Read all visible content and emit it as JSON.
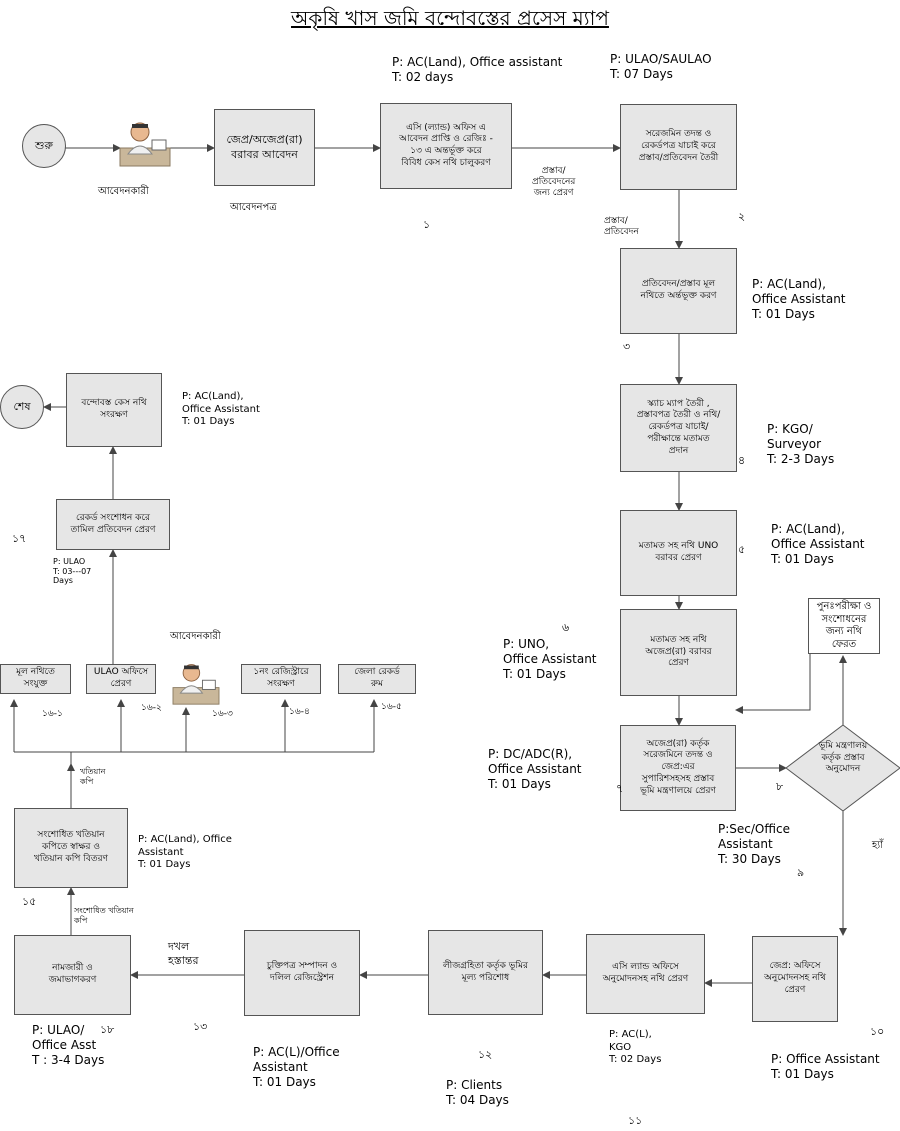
{
  "title": "অকৃষি খাস জমি বন্দোবস্তের প্রসেস ম্যাপ",
  "start": "শুরু",
  "end": "শেষ",
  "applicant_label": "আবেদনকারী",
  "application_form_label": "আবেদনপত্র",
  "boxes": {
    "b1": "জেপ্র/অজেপ্র(রা)\nবরাবর আবেদন",
    "b2": "এসি (ল্যান্ড) অফিস এ\nআবেদন প্রাপ্তি ও রেজিঃ -\n১৩ এ অন্তর্ভূক্ত করে\nবিবিধ কেস নথি চালুকরণ",
    "b3": "সরেজমিন তদন্ত ও\nরেকর্ডপত্র যাচাই করে\nপ্রস্তাব/প্রতিবেদন তৈরী",
    "b4": "প্রতিবেদন/প্রস্তাব মূল\nনথিতে অর্ন্তভূক্ত করণ",
    "b5": "স্ক্যাচ ম্যাপ তৈরী ,\nপ্রস্তাবপত্র তৈরী ও নথি/\nরেকর্ডপত্র যাচাই/\nপরীক্ষান্তে মতামত\nপ্রদান",
    "b6": "মতামত সহ নথি UNO\nবরাবর প্রেরণ",
    "b7": "মতামত সহ নথি\nঅজেপ্র(রা) বরাবর\nপ্রেরণ",
    "b8": "অজেপ্র(রা) কর্তৃক\nসরেজমিনে তদন্ত ও\nজেপ্র:এর\nসুপারিশসহসহ প্রস্তাব\nভূমি মন্ত্রণালয়ে প্রেরণ",
    "b10": "জেপ্র: অফিসে\nঅনুমোদনসহ নথি\nপ্রেরণ",
    "b11": "এসি ল্যান্ড অফিসে\nঅনুমোদনসহ নথি প্রেরণ",
    "b12": "লীজগ্রহিতা কর্তৃক ভূমির\nমূল্য পরিশোধ",
    "b13": "চুক্তিপত্র সম্পাদন ও\nদলিল রেজিস্ট্রেশন",
    "b14": "নামজারী ও\nজমাভাগকরণ",
    "b15": "সংশোধিত খতিয়ান\nকপিতে স্বাক্ষর ও\nখতিয়ান কপি বিতরণ",
    "b16_1": "মূল নথিতে\nসংযুক্ত",
    "b16_2": "ULAO অফিসে\nপ্রেরণ",
    "b16_4": "১নং রেজিস্ট্রারে\nসংরক্ষণ",
    "b16_5": "জেলা রেকর্ড\nরুম",
    "b17": "রেকর্ড সংশোধন করে\nতামিল প্রতিবেদন প্রেরণ",
    "b18": "বন্দোবস্ত কেস নথি\nসংরক্ষণ"
  },
  "diamond": "ভূমি মন্ত্রণালয়\nকর্তৃক প্রস্তাব\nঅনুমোদন",
  "recheck_box": "পুনঃপরীক্ষা ও\nসংশোধনের\nজন্য নথি\nফেরত",
  "yes_label": "হ্যাঁ",
  "edge_labels": {
    "proposal_send": "প্রস্তাব/\nপ্রতিবেদনের\nজন্য প্রেরণ",
    "proposal_report": "প্রস্তাব/\nপ্রতিবেদন",
    "possession": "দখল\nহস্তান্তর",
    "corrected_copy": "সংশোধিত খতিয়ান\nকপি",
    "khatian_copy": "খতিয়ান\nকপি"
  },
  "numbers": {
    "n1": "১",
    "n2": "২",
    "n3": "৩",
    "n4": "৪",
    "n5": "৫",
    "n6": "৬",
    "n7": "৭",
    "n8": "৮",
    "n9": "৯",
    "n10": "১০",
    "n11": "১১",
    "n12": "১২",
    "n13": "১৩",
    "n15": "১৫",
    "n16_1": "১৬-১",
    "n16_2": "১৬-২",
    "n16_3": "১৬-৩",
    "n16_4": "১৬-৪",
    "n16_5": "১৬-৫",
    "n17": "১৭",
    "n18": "১৮"
  },
  "responsibilities": {
    "r1": "P: AC(Land), Office assistant\nT: 02 days",
    "r2": "P: ULAO/SAULAO\nT: 07 Days",
    "r3": "P:  AC(Land),\n   Office Assistant\nT:  01 Days",
    "r4": "P: KGO/\n   Surveyor\nT: 2-3 Days",
    "r5": "P:  AC(Land),\n   Office Assistant\nT:  01 Days",
    "r6": "P:  UNO,\n   Office Assistant\nT:  01 Days",
    "r7": "P:  DC/ADC(R),\n   Office Assistant\nT:  01 Days",
    "r9": "P:Sec/Office\nAssistant\nT:  30 Days",
    "r10": "P:  Office Assistant\nT:  01 Days",
    "r11": "P: AC(L),\nKGO\nT: 02 Days",
    "r12": "P: Clients\nT: 04 Days",
    "r13": "P: AC(L)/Office\nAssistant\nT: 01 Days",
    "r14": "P: ULAO/\nOffice Asst\nT : 3-4 Days",
    "r15": "P: AC(Land), Office\nAssistant\nT: 01 Days",
    "r17": "P: ULAO\nT: 03---07\nDays",
    "r18": "P:  AC(Land),\n   Office Assistant\nT:  01 Days"
  },
  "colors": {
    "box_fill": "#e6e6e6",
    "line": "#444444"
  }
}
